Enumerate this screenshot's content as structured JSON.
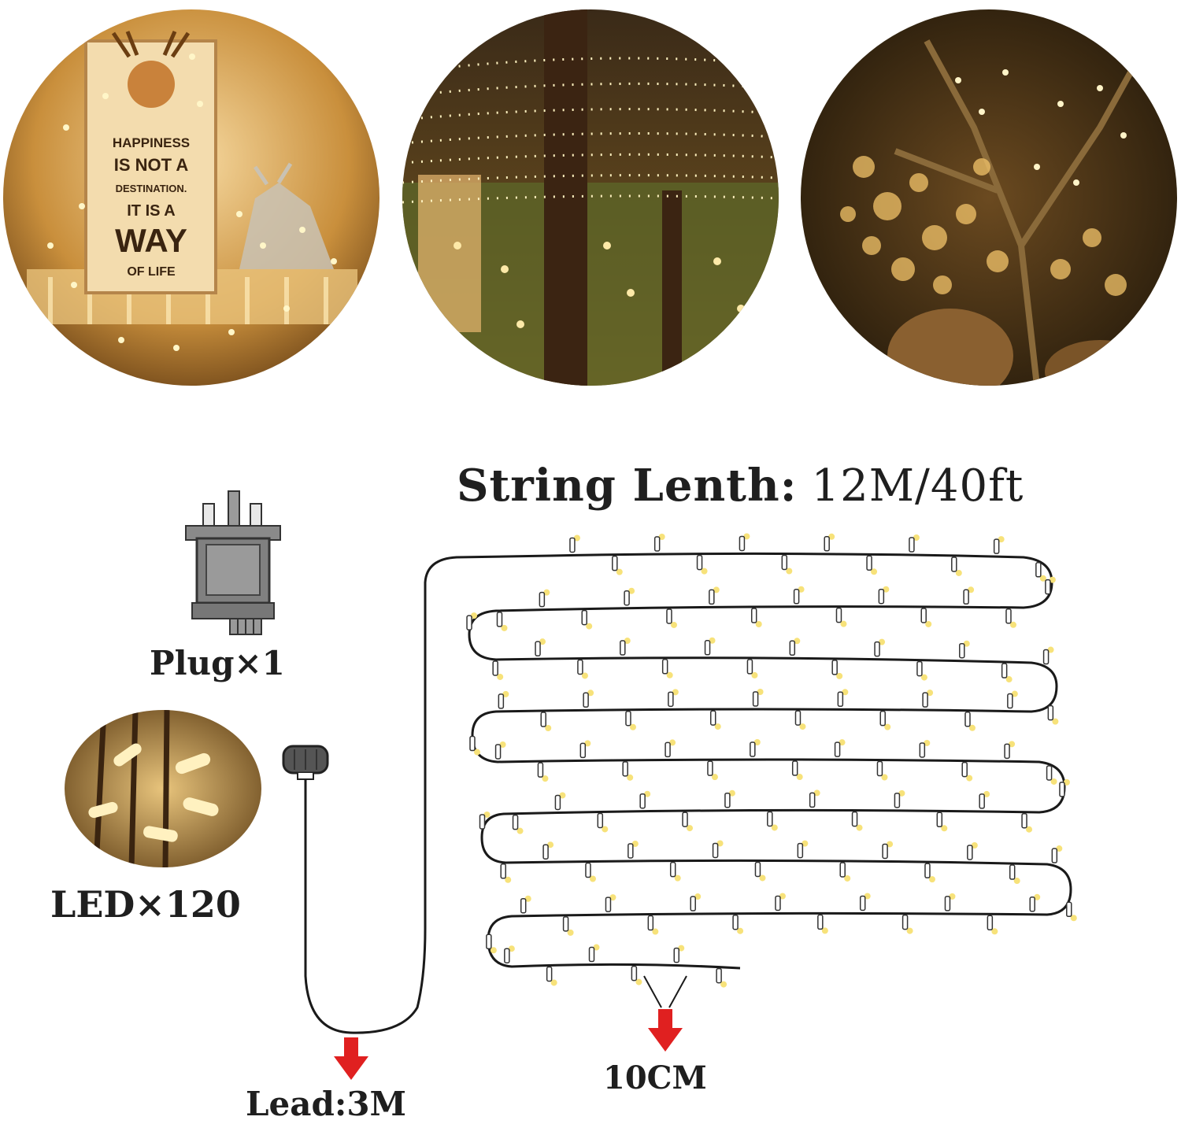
{
  "spec": {
    "title_key": "String Lenth:",
    "title_value": "12M/40ft",
    "plug_label": "Plug×1",
    "led_label": "LED×120",
    "lead_label": "Lead:3M",
    "spacing_label": "10CM"
  },
  "sign_text": {
    "line1": "HAPPINESS",
    "line2": "IS NOT A",
    "line3": "DESTINATION.",
    "line4": "IT IS A",
    "line5": "WAY",
    "line6": "OF LIFE"
  },
  "colors": {
    "wire": "#1a1a1a",
    "arrow": "#e02020",
    "led_glow": "#f7e27a",
    "plug_body": "#8a8a8a",
    "warm_light": "#f3c46a"
  },
  "icons": {
    "plug": "uk-plug-adapter-icon",
    "connector": "connector-plug-icon",
    "arrow": "red-down-arrow-icon"
  }
}
